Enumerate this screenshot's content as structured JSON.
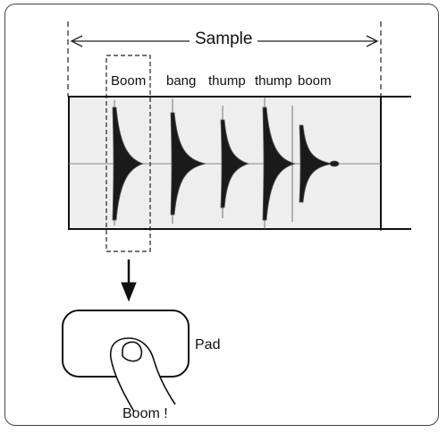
{
  "diagram": {
    "title": "Sample",
    "words": [
      "Boom",
      "bang",
      "thump",
      "thump",
      "boom"
    ],
    "pad_label": "Pad",
    "result_label": "Boom !"
  }
}
